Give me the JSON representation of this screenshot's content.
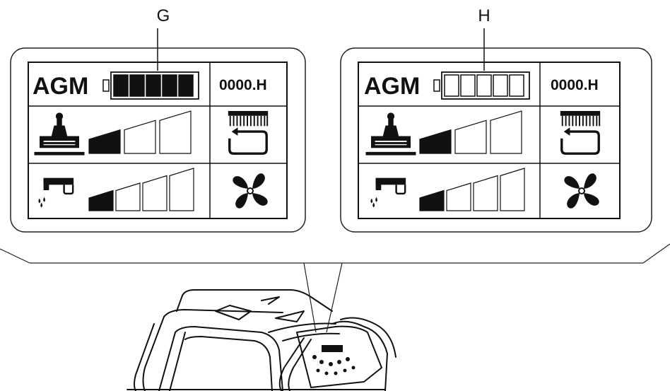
{
  "callouts": [
    {
      "label": "G",
      "display": {
        "battery_type": "AGM",
        "hour_meter": "0000.H",
        "battery_segments_filled": 5,
        "battery_segments_total": 5
      }
    },
    {
      "label": "H",
      "display": {
        "battery_type": "AGM",
        "hour_meter": "0000.H",
        "battery_segments_filled": 0,
        "battery_segments_total": 5
      }
    }
  ],
  "level_indicators": {
    "brush_pressure_level": 1,
    "brush_pressure_total": 3,
    "water_flow_level": 1,
    "water_flow_total": 4
  },
  "icons": {
    "row2_left": "brush-pressure-icon",
    "row2_right": "brush-icon",
    "row3_left": "water-flow-icon",
    "row3_right": "vacuum-fan-icon"
  },
  "colors": {
    "line": "#111111",
    "background": "#ffffff"
  }
}
